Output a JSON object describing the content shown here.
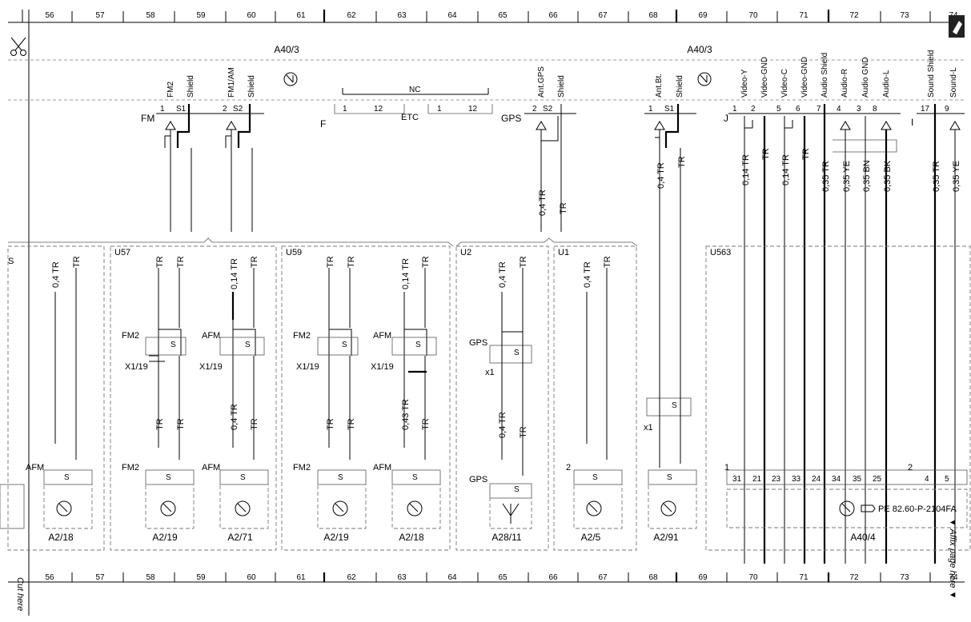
{
  "ruler": {
    "top": [
      "56",
      "57",
      "58",
      "59",
      "60",
      "61",
      "62",
      "63",
      "64",
      "65",
      "66",
      "67",
      "68",
      "69",
      "70",
      "71",
      "72",
      "73",
      "74"
    ],
    "bottom": [
      "56",
      "57",
      "58",
      "59",
      "60",
      "61",
      "62",
      "63",
      "64",
      "65",
      "66",
      "67",
      "68",
      "69",
      "70",
      "71",
      "72",
      "73",
      "74"
    ]
  },
  "cut_here": "Cut here",
  "affix_page": "▼ Affix page here ▼",
  "units": {
    "left": "A40/3",
    "right": "A40/3",
    "bottom_right": "A40/4",
    "reference": "PE 82.60-P-2104FA"
  },
  "connectors": {
    "fm": "FM",
    "f": "F",
    "etc": "ETC",
    "gps": "GPS",
    "j": "J",
    "i": "I",
    "nc": "NC"
  },
  "pin_labels": {
    "fm2": "FM2",
    "shield": "Shield",
    "fm1am": "FM1/AM",
    "ant_gps": "Ant.GPS",
    "ant_bt": "Ant.Bt.",
    "video_y": "Video-Y",
    "video_gnd": "Video-GND",
    "video_c": "Video-C",
    "video_gnd2": "Video-GND",
    "audio_shield": "Audio Shield",
    "audio_r": "Audio-R",
    "audio_gnd": "Audio GND",
    "audio_l": "Audio-L",
    "sound_shield": "Sound Shield",
    "sound_l": "Sound-L"
  },
  "pin_numbers": {
    "p1": "1",
    "s1": "S1",
    "p2": "2",
    "s2": "S2",
    "etc1": "1",
    "etc12": "12",
    "etc1b": "1",
    "etc12b": "12",
    "gps2": "2",
    "gpss2": "S2",
    "bt1": "1",
    "bts1": "S1",
    "j1": "1",
    "j2": "2",
    "j5": "5",
    "j6": "6",
    "j7": "7",
    "j4": "4",
    "j3": "3",
    "j8": "8",
    "i17": "17",
    "i9": "9"
  },
  "wires_top": {
    "gps_w1": "0,4 TR",
    "gps_w2": "TR",
    "bt_w1": "0,4 TR",
    "bt_w2": "TR",
    "j_w1": "0,14 TR",
    "j_w2": "TR",
    "j_w3": "0,14 TR",
    "j_w4": "TR",
    "j_w5": "0,35 TR",
    "j_w6": "0,35 YE",
    "j_w7": "0,35 BN",
    "j_w8": "0,35 BK",
    "i_w1": "0,35 TR",
    "i_w2": "0,35 YE"
  },
  "sections": {
    "u57": "U57",
    "u59": "U59",
    "u2": "U2",
    "u1": "U1",
    "u563": "U563",
    "s_left": "S"
  },
  "wires_mid": {
    "a1": "0,4 TR",
    "a2": "TR",
    "u57_1": "TR",
    "u57_2": "TR",
    "u57_3": "0,14 TR",
    "u57_4": "TR",
    "u59_1": "TR",
    "u59_2": "TR",
    "u59_3": "0,14 TR",
    "u59_4": "TR",
    "u2_1": "0,4 TR",
    "u2_2": "TR",
    "u1_1": "0,4 TR",
    "u1_2": "TR"
  },
  "wires_low": {
    "u57_1": "TR",
    "u57_2": "TR",
    "u57_3": "0,4 TR",
    "u57_4": "TR",
    "u59_1": "TR",
    "u59_2": "TR",
    "u59_3": "0,43 TR",
    "u59_4": "TR",
    "u2_1": "0,4 TR",
    "u2_2": "TR"
  },
  "splices": {
    "fm2_a": "FM2",
    "afm_a": "AFM",
    "x119_a": "X1/19",
    "x119_b": "X1/19",
    "fm2_b": "FM2",
    "afm_b": "AFM",
    "x119_c": "X1/19",
    "x119_d": "X1/19",
    "gps_a": "GPS",
    "x1_a": "x1",
    "x1_b": "x1",
    "s": "S"
  },
  "components": {
    "a2_18a": "A2/18",
    "a2_19a": "A2/19",
    "a2_71": "A2/71",
    "a2_19b": "A2/19",
    "a2_18b": "A2/18",
    "a28_11": "A28/11",
    "a2_5": "A2/5",
    "a2_91": "A2/91"
  },
  "component_labels": {
    "afm1": "AFM",
    "fm2_1": "FM2",
    "afm2": "AFM",
    "fm2_2": "FM2",
    "afm3": "AFM",
    "gps": "GPS",
    "two_a": "2",
    "one_a": "1",
    "two_b": "2"
  },
  "a404_pins": [
    "31",
    "21",
    "23",
    "33",
    "24",
    "34",
    "35",
    "25",
    "4",
    "5"
  ]
}
